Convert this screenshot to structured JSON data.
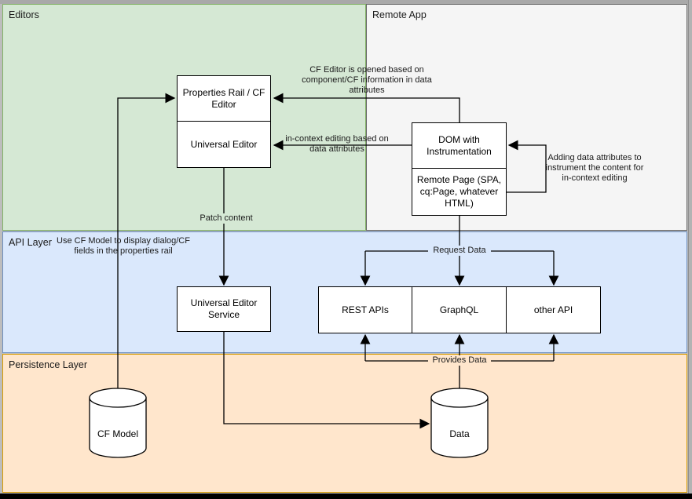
{
  "regions": {
    "editors": {
      "label": "Editors",
      "fill": "#d5e8d4",
      "border": "#82b366"
    },
    "remote_app": {
      "label": "Remote App",
      "fill": "#f5f5f5",
      "border": "#666666"
    },
    "api_layer": {
      "label": "API Layer",
      "fill": "#dae8fc",
      "border": "#6c8ebf"
    },
    "persistence": {
      "label": "Persistence Layer",
      "fill": "#ffe6cc",
      "border": "#d79b00"
    }
  },
  "nodes": {
    "properties_rail": {
      "label": "Properties Rail / CF Editor"
    },
    "universal_editor": {
      "label": "Universal Editor"
    },
    "dom_instrumentation": {
      "label": "DOM with Instrumentation"
    },
    "remote_page": {
      "label": "Remote Page (SPA, cq:Page, whatever HTML)"
    },
    "universal_editor_service": {
      "label": "Universal Editor Service"
    },
    "rest_apis": {
      "label": "REST APIs"
    },
    "graphql": {
      "label": "GraphQL"
    },
    "other_api": {
      "label": "other API"
    },
    "cf_model": {
      "label": "CF Model"
    },
    "data_store": {
      "label": "Data"
    }
  },
  "edge_labels": {
    "cf_editor_opened": "CF Editor is opened based on component/CF information in data attributes",
    "in_context_editing": "in-context editing based on data attributes",
    "adding_data_attributes": "Adding data attributes to instrument the content for in-context editing",
    "patch_content": "Patch content",
    "use_cf_model": "Use CF Model to display dialog/CF fields in the properties rail",
    "request_data": "Request Data",
    "provides_data": "Provides Data"
  },
  "colors": {
    "edge_stroke": "#000000",
    "node_fill": "#ffffff"
  }
}
